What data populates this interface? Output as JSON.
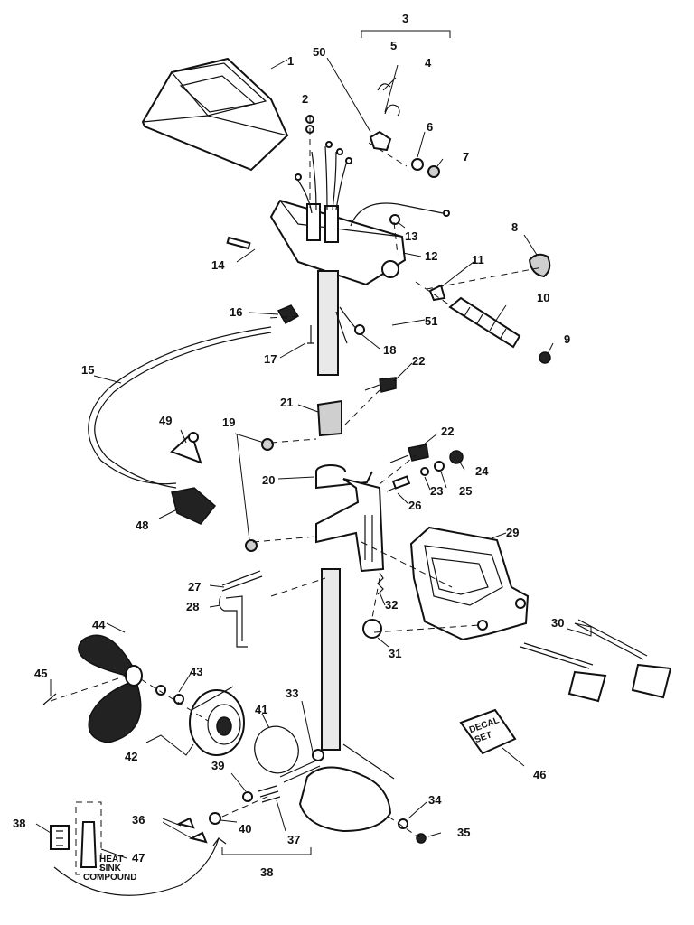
{
  "callouts": {
    "c1": "1",
    "c2": "2",
    "c3": "3",
    "c4": "4",
    "c5": "5",
    "c6": "6",
    "c7": "7",
    "c8": "8",
    "c9": "9",
    "c10": "10",
    "c11": "11",
    "c12": "12",
    "c13": "13",
    "c14": "14",
    "c15": "15",
    "c16": "16",
    "c17": "17",
    "c18": "18",
    "c19": "19",
    "c20": "20",
    "c21": "21",
    "c22a": "22",
    "c22b": "22",
    "c23": "23",
    "c24": "24",
    "c25": "25",
    "c26": "26",
    "c27": "27",
    "c28": "28",
    "c29": "29",
    "c30": "30",
    "c31": "31",
    "c32": "32",
    "c33": "33",
    "c34": "34",
    "c35": "35",
    "c36": "36",
    "c37": "37",
    "c38a": "38",
    "c38b": "38",
    "c39": "39",
    "c40": "40",
    "c41": "41",
    "c42": "42",
    "c43": "43",
    "c44": "44",
    "c45": "45",
    "c46": "46",
    "c47": "47",
    "c48": "48",
    "c49": "49",
    "c50": "50",
    "c51": "51"
  },
  "decal_text": {
    "line1": "DECAL",
    "line2": "SET"
  },
  "compound_text": {
    "line1": "HEAT",
    "line2": "SINK",
    "line3": "COMPOUND"
  }
}
